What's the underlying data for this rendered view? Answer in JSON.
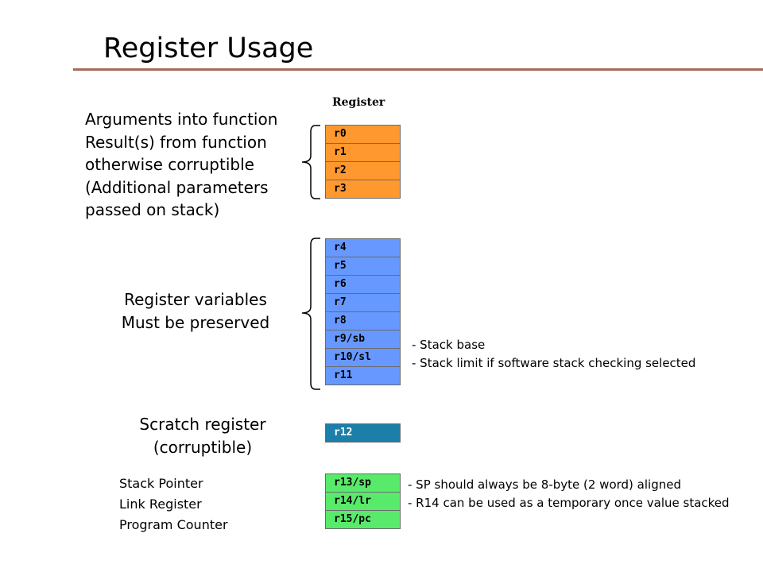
{
  "title": "Register Usage",
  "column_header": "Register",
  "groups": {
    "arguments": {
      "registers": [
        "r0",
        "r1",
        "r2",
        "r3"
      ],
      "description": [
        "Arguments into function",
        "Result(s) from function",
        "otherwise corruptible",
        "(Additional parameters",
        "passed on stack)"
      ],
      "color": "#fe982f"
    },
    "variables": {
      "registers": [
        "r4",
        "r5",
        "r6",
        "r7",
        "r8",
        "r9/sb",
        "r10/sl",
        "r11"
      ],
      "description": [
        "Register variables",
        "Must be preserved"
      ],
      "notes": [
        "- Stack base",
        "- Stack limit if software stack checking selected"
      ],
      "color": "#6698ff"
    },
    "scratch": {
      "registers": [
        "r12"
      ],
      "description": [
        "Scratch register",
        "(corruptible)"
      ],
      "color": "#1b7fa9"
    },
    "special": {
      "registers": [
        "r13/sp",
        "r14/lr",
        "r15/pc"
      ],
      "description": [
        "Stack Pointer",
        "Link Register",
        "Program Counter"
      ],
      "notes": [
        "- SP should always be 8-byte (2 word) aligned",
        "- R14 can be used as a temporary once value stacked"
      ],
      "color": "#58ea6a"
    }
  }
}
